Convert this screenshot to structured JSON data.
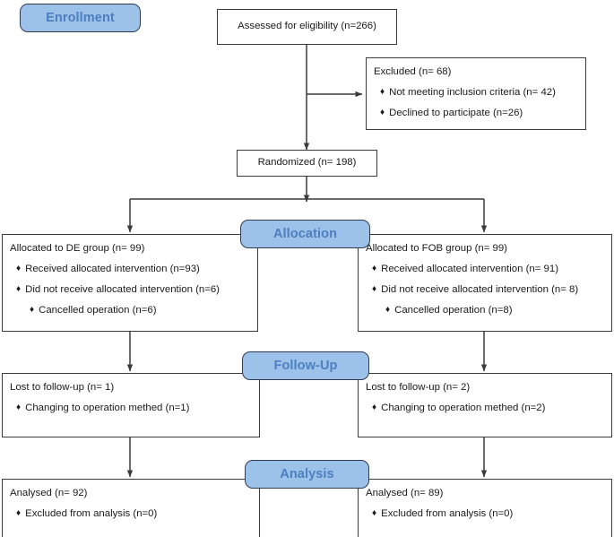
{
  "diagram": {
    "type": "consort-flow-diagram",
    "title": "CONSORT participant flow diagram",
    "colors": {
      "pill_fill": "#9CC2EA",
      "pill_text": "#4D7EBF",
      "pill_border": "#2F3B52",
      "box_border": "#3A3A3A",
      "box_text": "#1A1A1A",
      "connector": "#3A3A3A",
      "background": "#FFFFFF"
    },
    "bullet_glyph": "♦"
  },
  "stage_labels": {
    "enrollment": "Enrollment",
    "allocation": "Allocation",
    "follow_up": "Follow-Up",
    "analysis": "Analysis"
  },
  "enrollment": {
    "assessed": "Assessed for eligibility (n=266)",
    "excluded": {
      "heading": "Excluded  (n= 68)",
      "items": [
        "Not meeting inclusion criteria (n= 42)",
        "Declined to participate (n=26)"
      ]
    },
    "randomized": "Randomized (n= 198)"
  },
  "allocation": {
    "left": {
      "heading": "Allocated to DE group (n= 99)",
      "items": [
        "Received allocated intervention (n=93)",
        "Did not receive allocated intervention (n=6)"
      ],
      "subitems": [
        "Cancelled operation (n=6)"
      ]
    },
    "right": {
      "heading": "Allocated to FOB group (n= 99)",
      "items": [
        "Received allocated intervention (n= 91)",
        "Did not receive allocated intervention  (n= 8)"
      ],
      "subitems": [
        "Cancelled operation (n=8)"
      ]
    }
  },
  "follow_up": {
    "left": {
      "heading": "Lost to follow-up  (n= 1)",
      "items": [
        "Changing to operation methed (n=1)"
      ]
    },
    "right": {
      "heading": "Lost to follow-up (n= 2)",
      "items": [
        "Changing to operation methed (n=2)"
      ]
    }
  },
  "analysis": {
    "left": {
      "heading": "Analysed  (n= 92)",
      "items": [
        "Excluded from analysis (n=0)"
      ]
    },
    "right": {
      "heading": "Analysed  (n= 89)",
      "items": [
        "Excluded from analysis (n=0)"
      ]
    }
  }
}
